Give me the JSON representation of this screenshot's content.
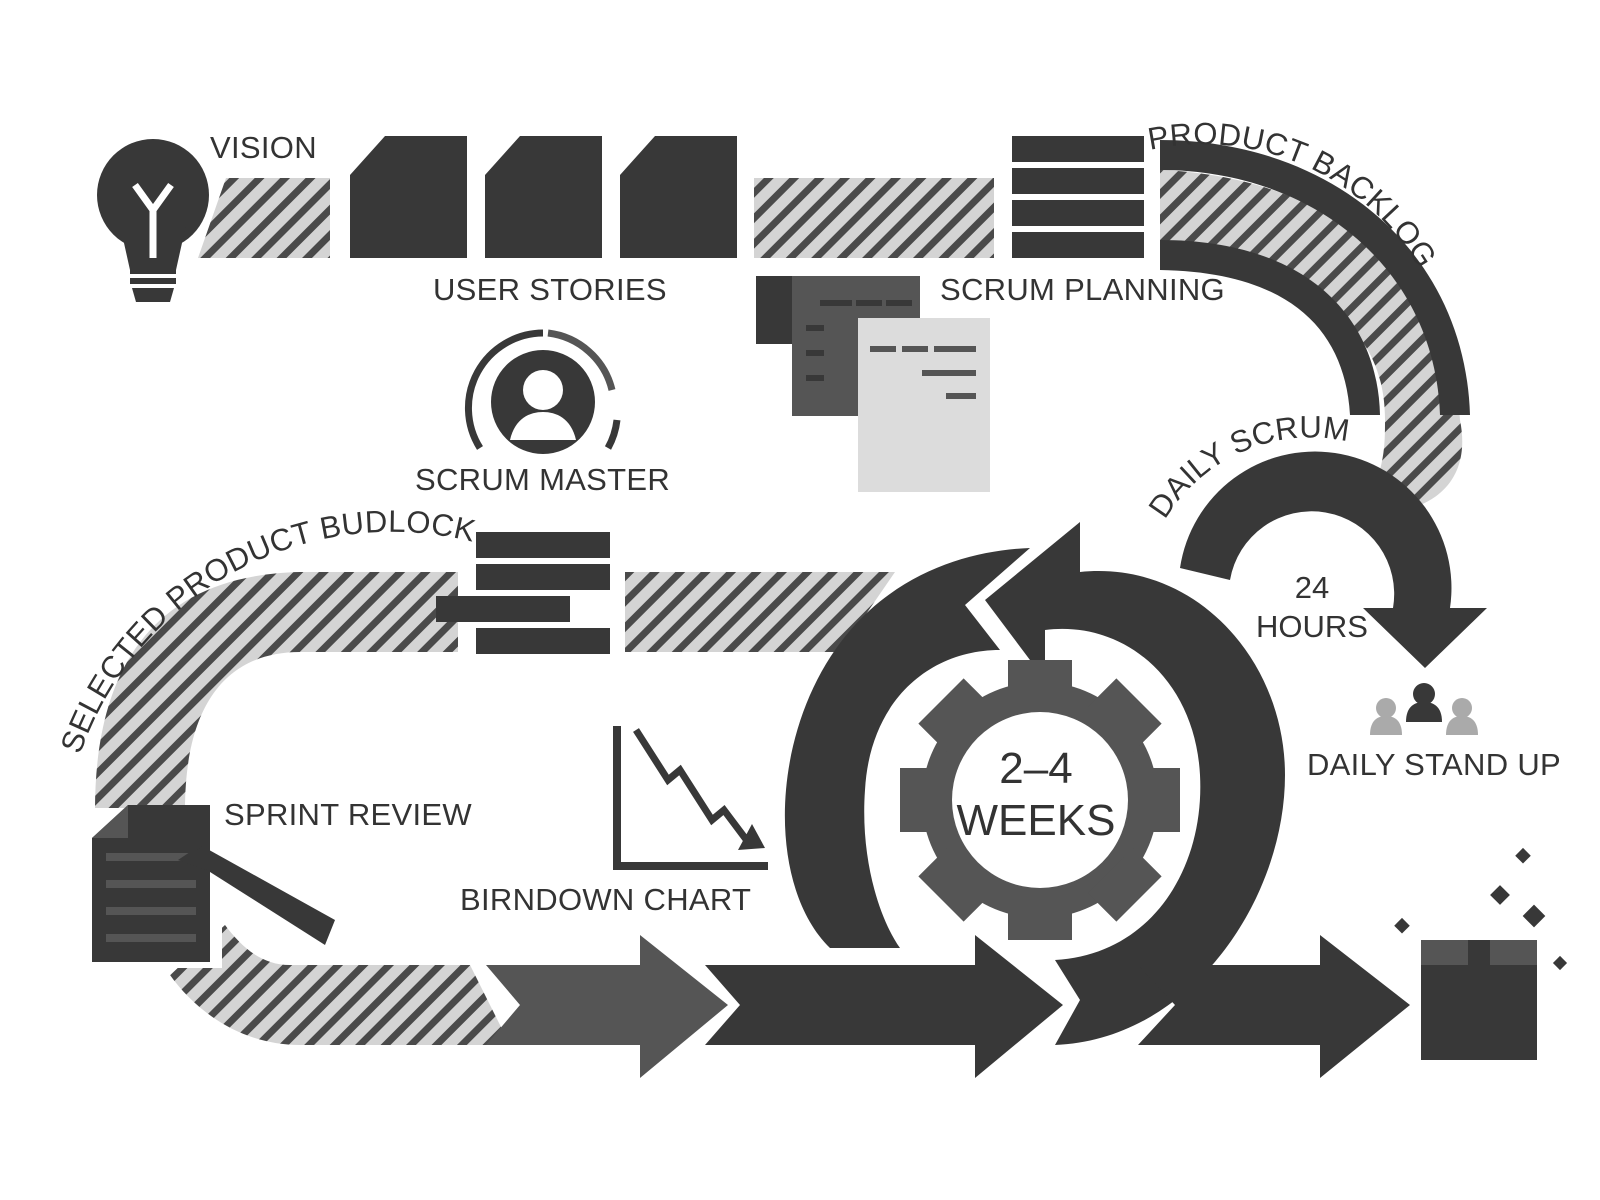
{
  "labels": {
    "vision": "VISION",
    "user_stories": "USER STORIES",
    "product_backlog": "PRODUCT BACKLOG",
    "scrum_planning": "SCRUM PLANNING",
    "scrum_master": "SCRUM MASTER",
    "daily_scrum": "DAILY SCRUM",
    "hours_number": "24",
    "hours_unit": "HOURS",
    "selected_product_backlog": "SELECTED PRODUCT BUDLOCK",
    "daily_stand_up": "DAILY STAND UP",
    "sprint_review": "SPRINT REVIEW",
    "burndown_chart": "BIRNDOWN CHART",
    "sprint_range": "2–4",
    "sprint_unit": "WEEKS"
  },
  "colors": {
    "dark": "#383838",
    "mid": "#555555",
    "light_gray": "#dcdcdc",
    "stripe_light": "#d4d4d4",
    "background": "#ffffff"
  },
  "icons": [
    "lightbulb-icon",
    "user-story-card-icon",
    "backlog-list-icon",
    "planning-documents-icon",
    "scrum-master-avatar-icon",
    "burndown-chart-icon",
    "gear-icon",
    "team-people-icon",
    "sprint-review-document-icon",
    "pen-icon",
    "product-box-icon"
  ]
}
